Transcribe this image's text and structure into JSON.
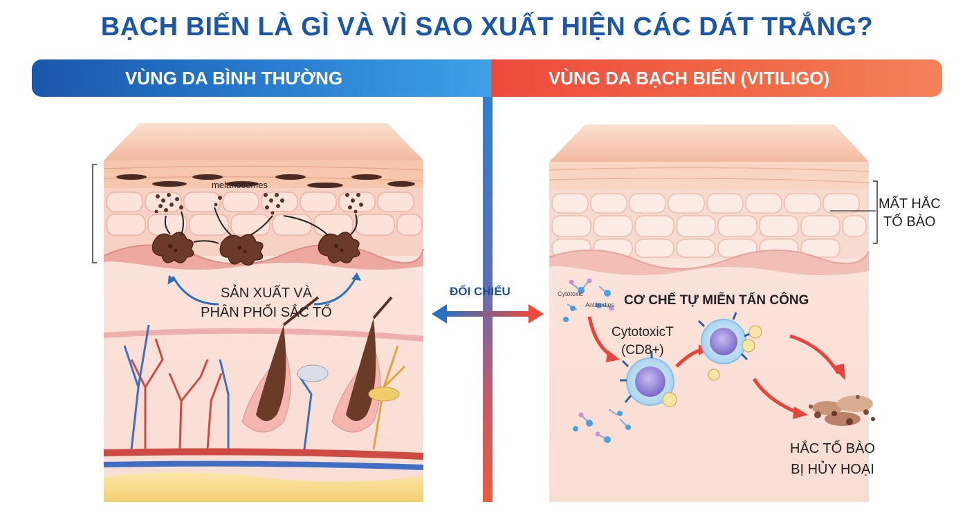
{
  "title": "BẠCH BIẾN LÀ GÌ VÀ VÌ SAO XUẤT HIỆN CÁC DÁT TRẮNG?",
  "left_panel": {
    "header": "VÙNG DA BÌNH THƯỜNG",
    "melanosomes_label": "melanosomes",
    "production_label_line1": "SẢN XUẤT VÀ",
    "production_label_line2": "PHÂN PHỐI SẮC TỐ"
  },
  "right_panel": {
    "header": "VÙNG DA BẠCH BIẾN (VITILIGO)",
    "loss_label_line1": "MẤT HẮC",
    "loss_label_line2": "TỐ BÀO",
    "mechanism_label": "CƠ CHẾ TỰ MIỄN TẤN CÔNG",
    "small_label_1": "Cytotoxic",
    "small_label_2": "Antibodies",
    "tcell_label_line1": "CytotoxicT",
    "tcell_label_line2": "(CD8+)",
    "destroyed_label_line1": "HẮC TỐ BÀO",
    "destroyed_label_line2": "BỊ HỦY HOẠI"
  },
  "center": {
    "compare_label": "ĐỐI CHIẾU"
  },
  "colors": {
    "title": "#1c56a7",
    "left_band": "#1a57ab",
    "right_band": "#ee4a3c",
    "skin": "#f6cdb8",
    "melanin": "#6b3a2a",
    "tcell": "#8e7fd6",
    "arrow_red": "#e8443a",
    "arrow_blue": "#2b6fc0"
  }
}
